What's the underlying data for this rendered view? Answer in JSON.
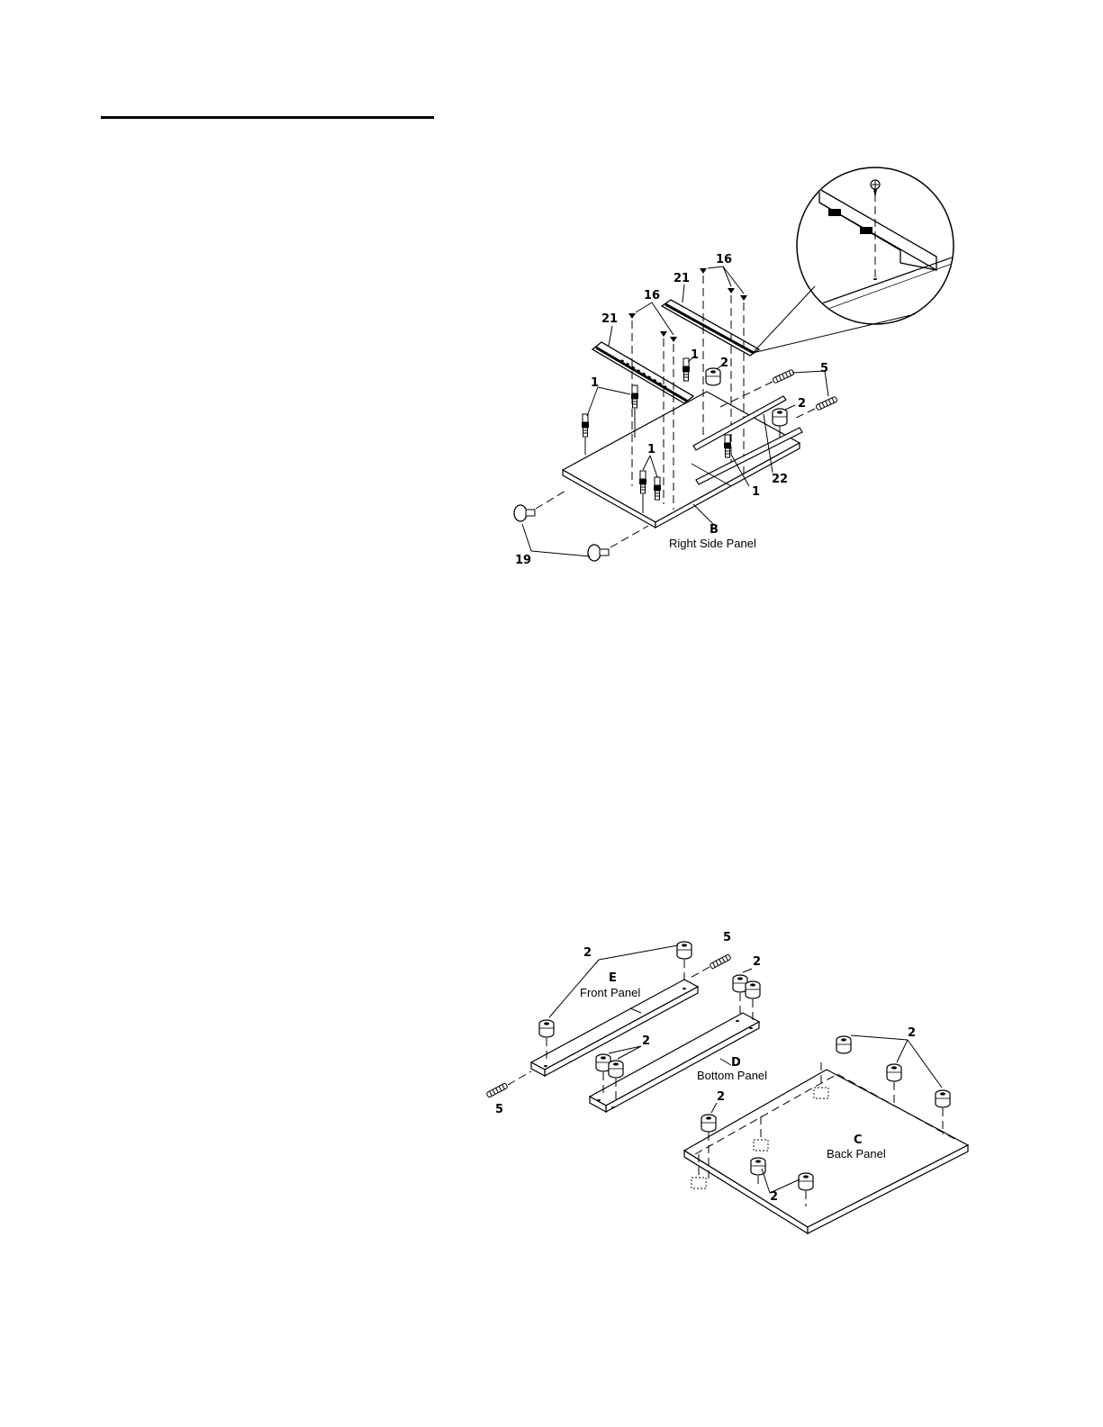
{
  "figure1": {
    "panel_letter": "B",
    "panel_name": "Right Side Panel",
    "part_labels": {
      "cam_bolt": "1",
      "cam_lock": "2",
      "dowel": "5",
      "screw": "16",
      "leveler": "19",
      "drawer_slide": "21",
      "support_rod": "22"
    }
  },
  "figure2": {
    "front": {
      "letter": "E",
      "name": "Front Panel"
    },
    "bottom": {
      "letter": "D",
      "name": "Bottom Panel"
    },
    "back": {
      "letter": "C",
      "name": "Back Panel"
    },
    "part_labels": {
      "cam_lock": "2",
      "dowel": "5"
    }
  }
}
